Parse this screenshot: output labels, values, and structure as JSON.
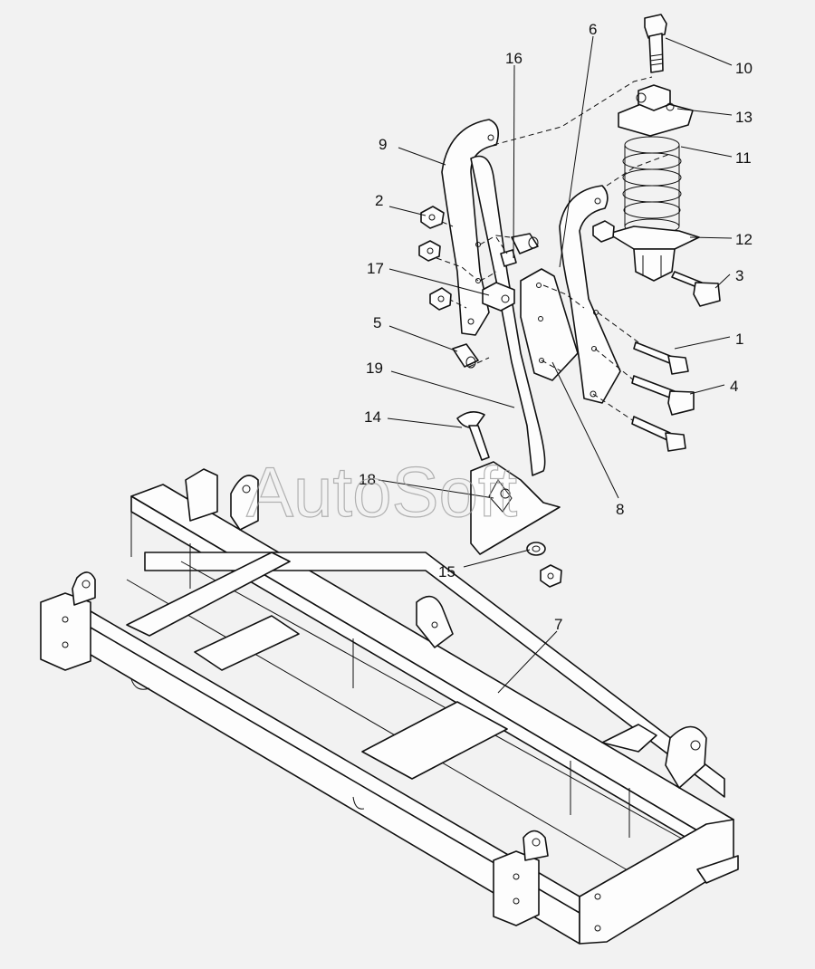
{
  "watermark": "AutoSoft",
  "part_labels": {
    "p1": "1",
    "p2": "2",
    "p3": "3",
    "p4": "4",
    "p5": "5",
    "p6": "6",
    "p7": "7",
    "p8": "8",
    "p9": "9",
    "p10": "10",
    "p11": "11",
    "p12": "12",
    "p13": "13",
    "p14": "14",
    "p15": "15",
    "p16": "16",
    "p17": "17",
    "p18": "18",
    "p19": "19"
  },
  "colors": {
    "background": "#f2f2f2",
    "line": "#111111",
    "watermark": "#9a9a9a"
  }
}
